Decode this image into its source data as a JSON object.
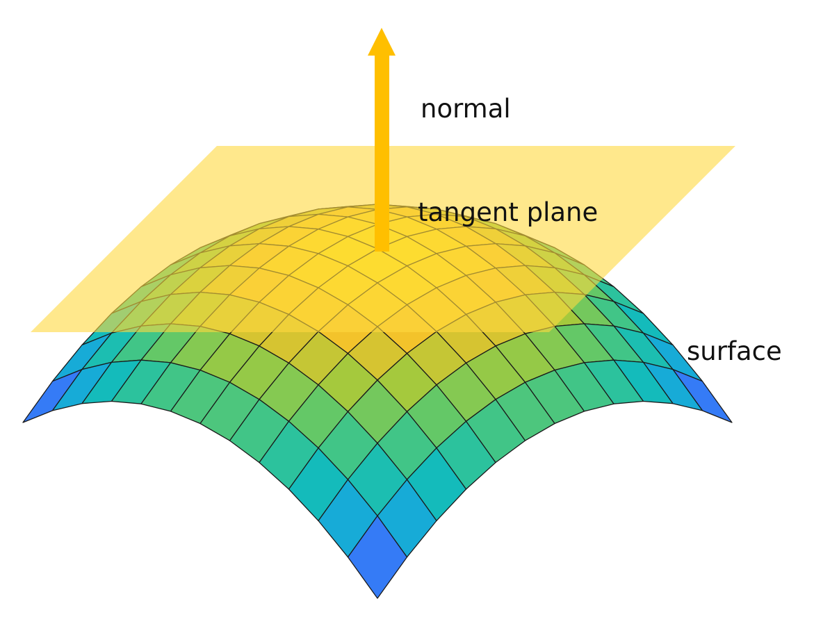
{
  "labels": {
    "normal": "normal",
    "tangent_plane": "tangent plane",
    "surface": "surface"
  },
  "colors": {
    "plane_fill": "#ffd940",
    "arrow": "#ffbf00",
    "grid_line": "#1a1a1a",
    "palette": [
      "#3a2aa0",
      "#3d6bff",
      "#1fa3e0",
      "#0ab8c8",
      "#2ec39a",
      "#60c86a",
      "#a9c93a",
      "#f2c12c",
      "#fbe21a"
    ]
  }
}
